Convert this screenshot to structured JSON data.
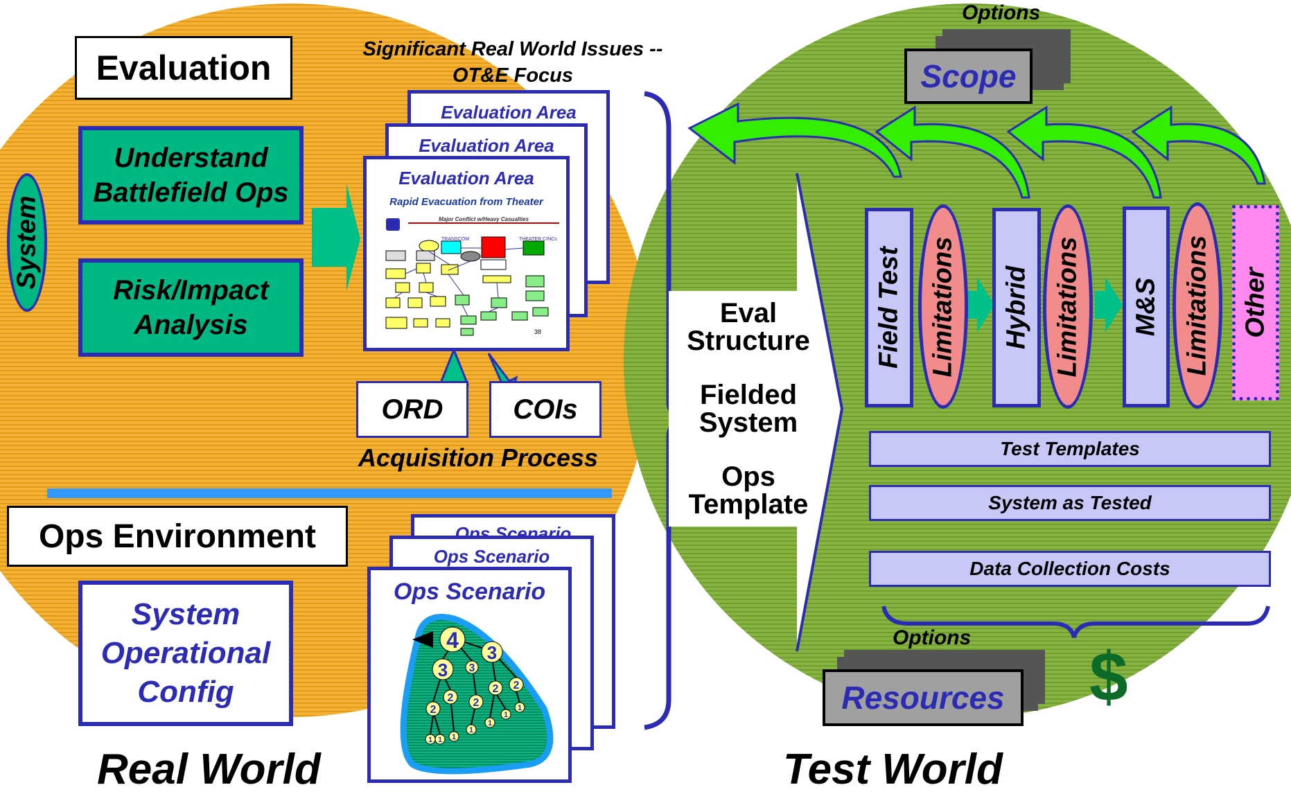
{
  "left": {
    "evaluation": "Evaluation",
    "system": "System",
    "understand": "Understand Battlefield Ops",
    "risk": "Risk/Impact Analysis",
    "significant": "Significant Real World Issues --",
    "focus": "OT&E Focus",
    "eval_area": "Evaluation Area",
    "rapid": "Rapid Evacuation from Theater",
    "major": "Major Conflict w/Heavy Casualties",
    "transcom": "TRANSCOM",
    "theater": "THEATER CINCs",
    "page_num": "38",
    "ord": "ORD",
    "cois": "COIs",
    "acquisition": "Acquisition Process",
    "ops_env": "Ops Environment",
    "sys_config": "System Operational Config",
    "ops_scenario": "Ops Scenario",
    "real_world": "Real World"
  },
  "middle": {
    "eval_structure": "Eval Structure",
    "fielded_system": "Fielded System",
    "ops_template": "Ops Template"
  },
  "right": {
    "options_top": "Options",
    "scope": "Scope",
    "field_test": "Field Test",
    "limitations": "Limitations",
    "hybrid": "Hybrid",
    "ms": "M&S",
    "other": "Other",
    "test_templates": "Test Templates",
    "system_tested": "System as Tested",
    "data_costs": "Data Collection Costs",
    "options_bottom": "Options",
    "resources": "Resources",
    "dollar": "$",
    "test_world": "Test World"
  },
  "colors": {
    "orange": "#f0a020",
    "green": "#7fae3a",
    "teal": "#00b884",
    "navy": "#2b2bb5",
    "lavender": "#c8c8f8",
    "pink": "#f28c8c",
    "magenta": "#ff88ee",
    "arrow_green": "#33ee00"
  }
}
